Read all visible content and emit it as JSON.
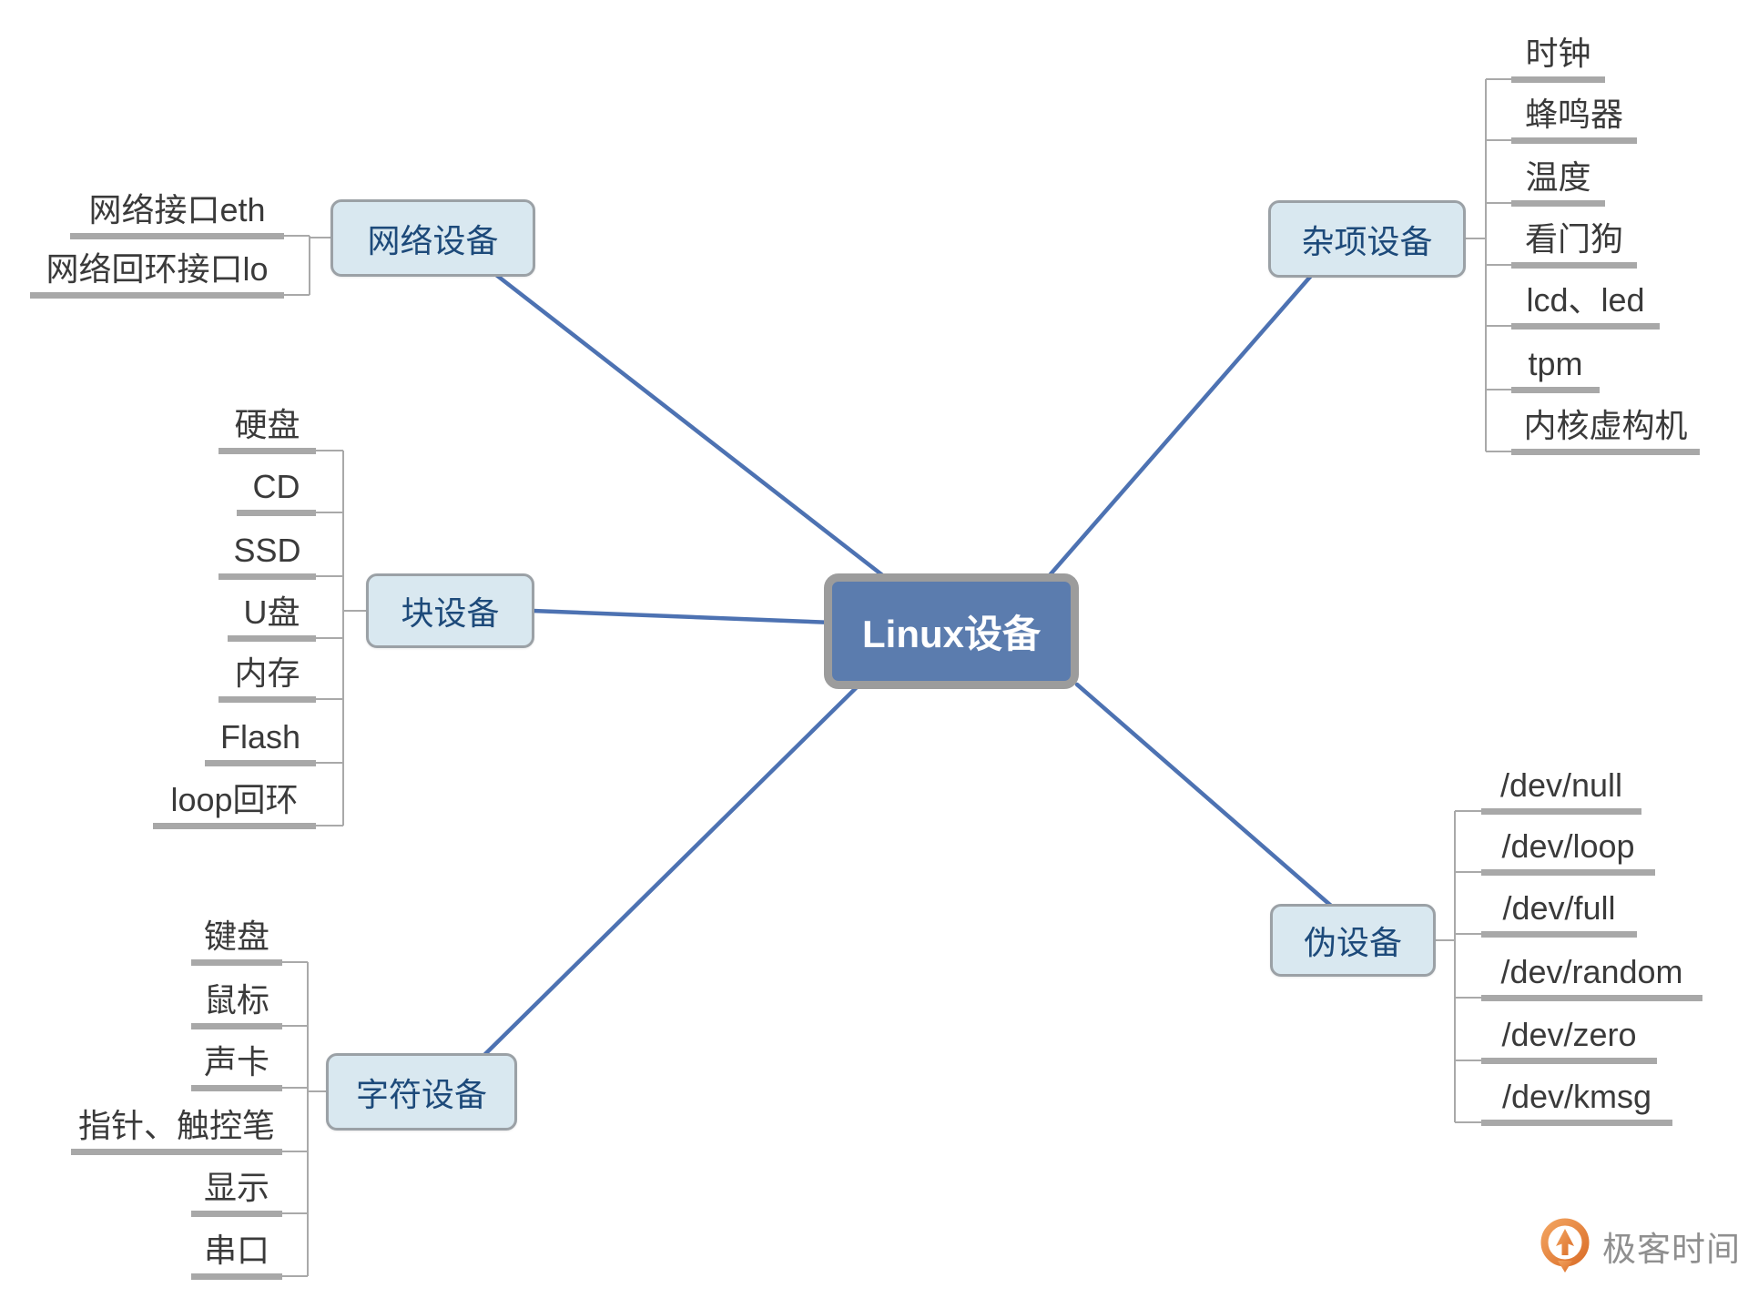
{
  "center": {
    "label": "Linux设备"
  },
  "branches": [
    {
      "label": "网络设备",
      "children": [
        "网络接口eth",
        "网络回环接口lo"
      ]
    },
    {
      "label": "块设备",
      "children": [
        "硬盘",
        "CD",
        "SSD",
        "U盘",
        "内存",
        "Flash",
        "loop回环"
      ]
    },
    {
      "label": "字符设备",
      "children": [
        "键盘",
        "鼠标",
        "声卡",
        "指针、触控笔",
        "显示",
        "串口"
      ]
    },
    {
      "label": "杂项设备",
      "children": [
        "时钟",
        "蜂鸣器",
        "温度",
        "看门狗",
        "lcd、led",
        "tpm",
        "内核虚构机"
      ]
    },
    {
      "label": "伪设备",
      "children": [
        "/dev/null",
        "/dev/loop",
        "/dev/full",
        "/dev/random",
        "/dev/zero",
        "/dev/kmsg"
      ]
    }
  ],
  "logo": {
    "text": "极客时间"
  },
  "colors": {
    "center_fill": "#5b7cae",
    "branch_fill": "#d9e8f0",
    "branch_text": "#1d4a7a",
    "connector_blue": "#4d72b2",
    "connector_gray": "#a8a8a8",
    "logo_orange": "#e8813f"
  }
}
